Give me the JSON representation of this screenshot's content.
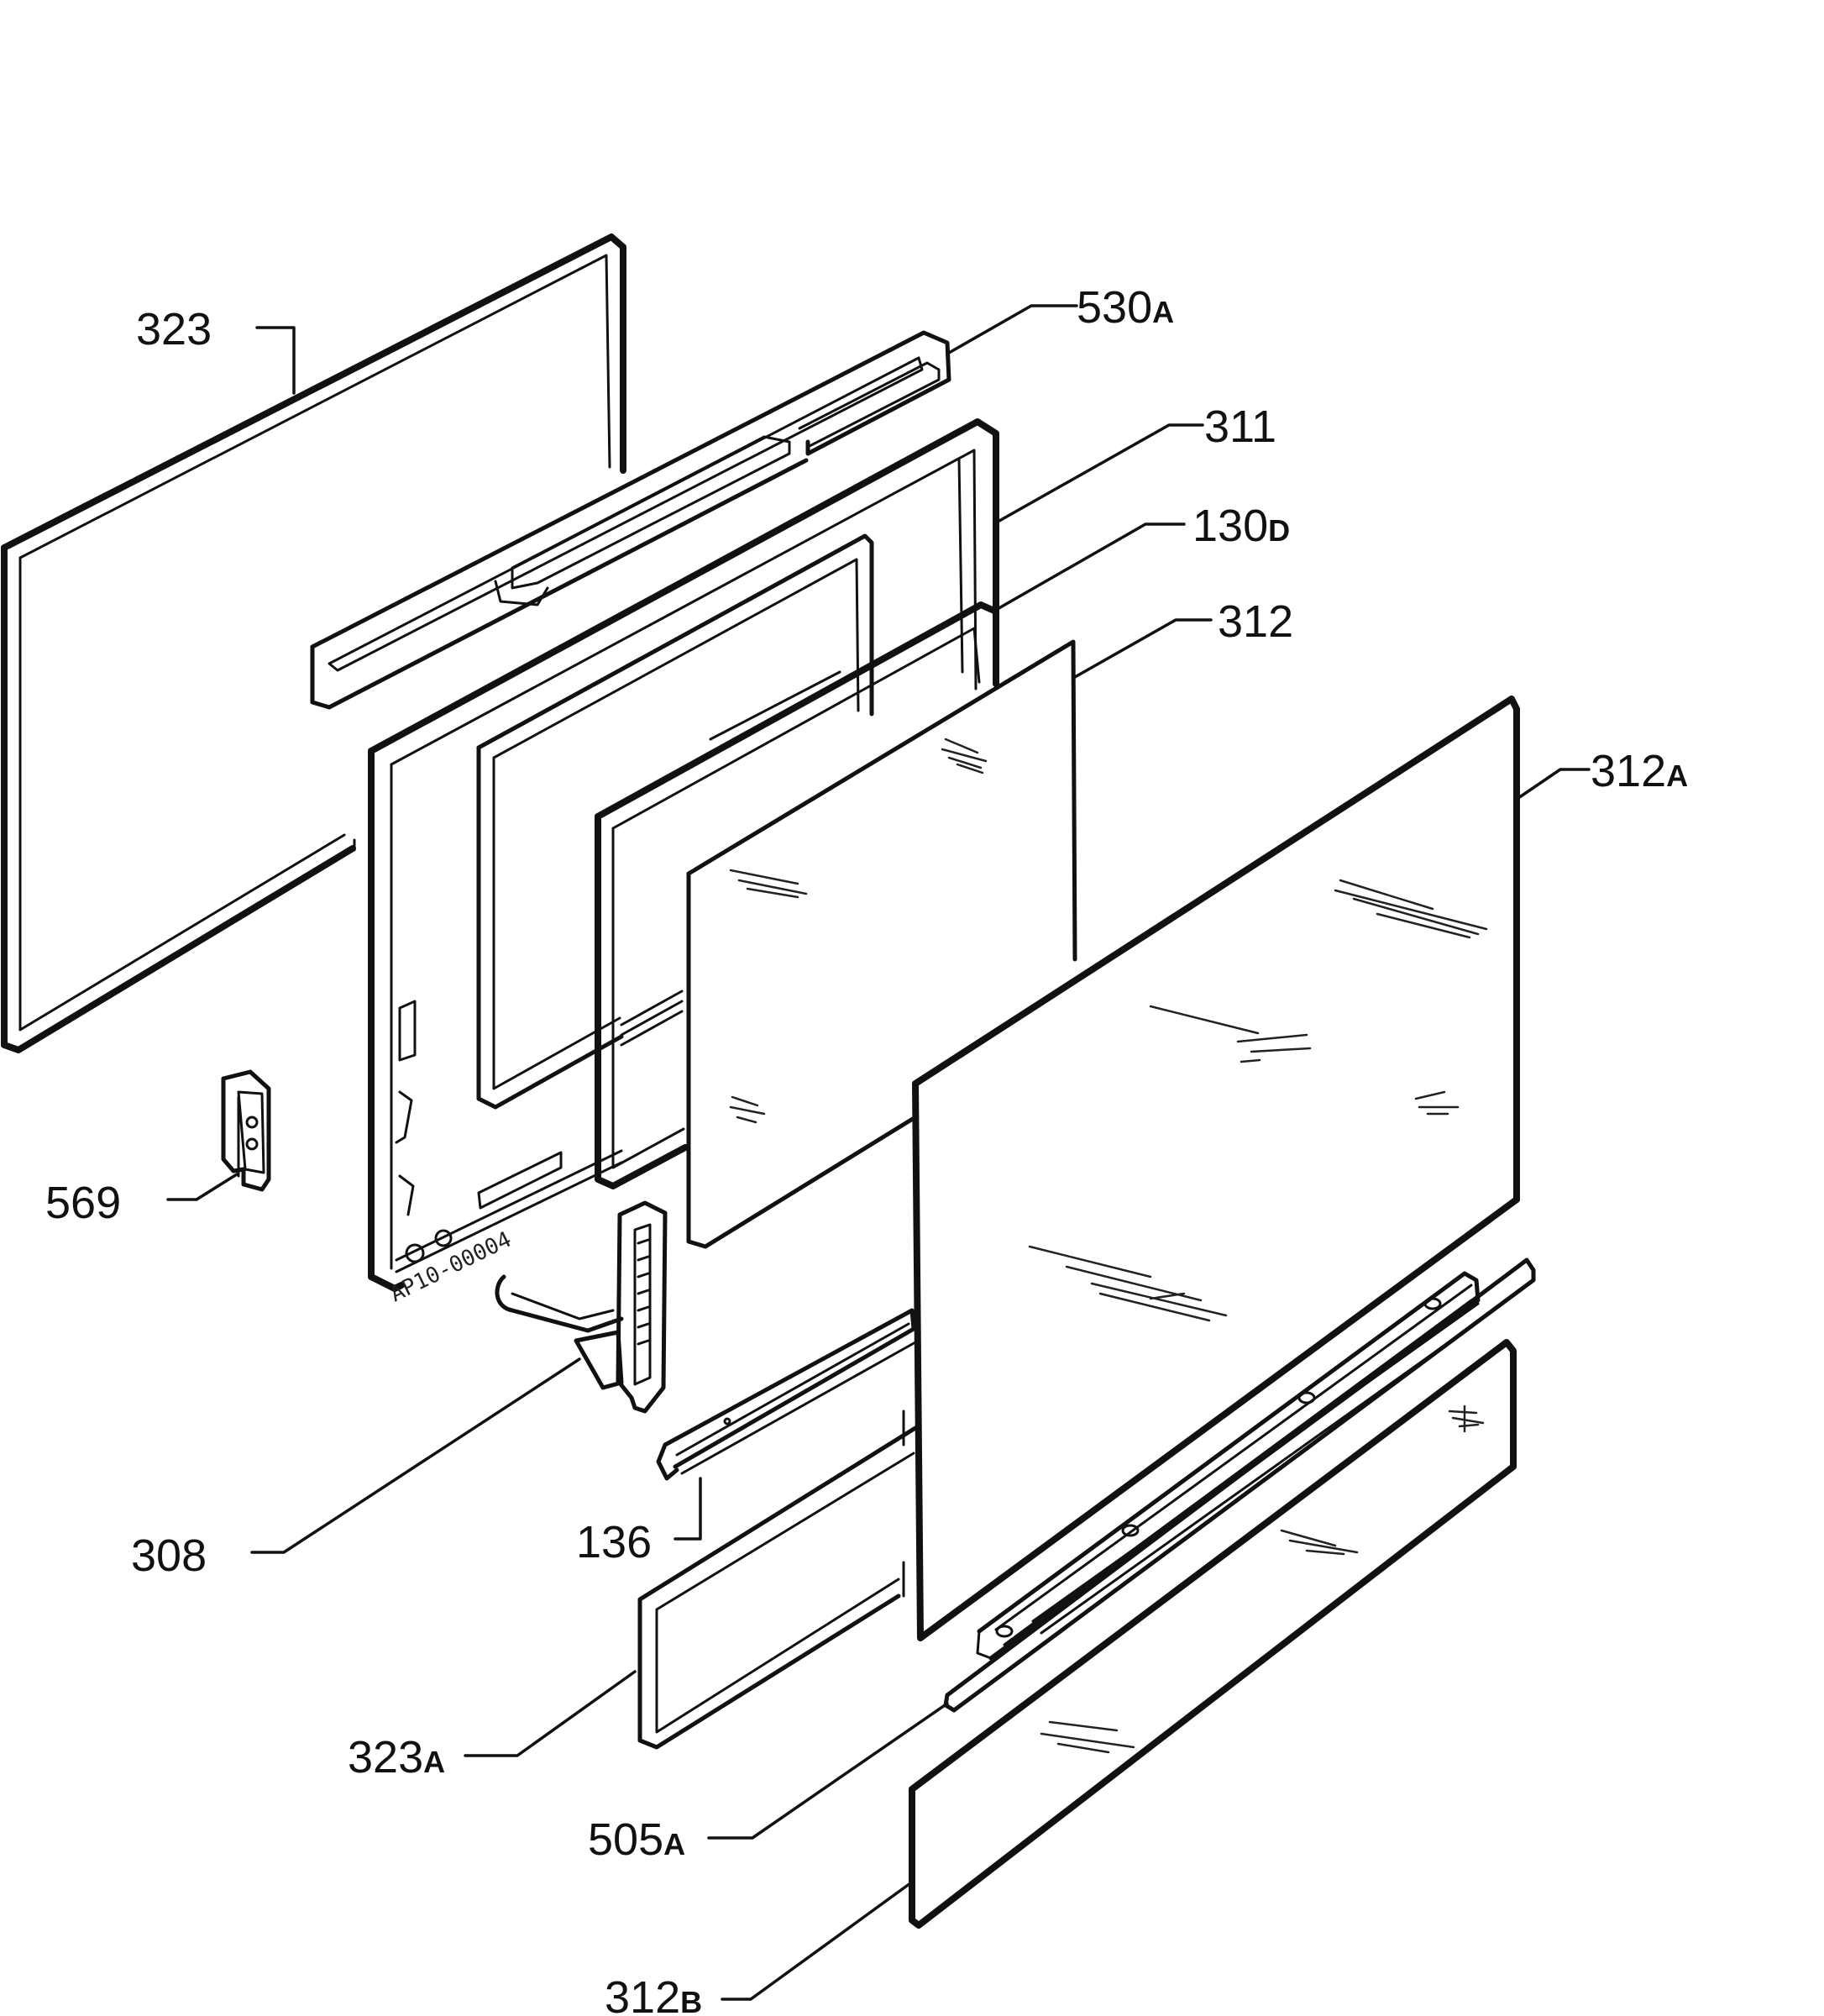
{
  "drawing": {
    "stamp_text": "AP10-00004"
  },
  "callouts": [
    {
      "id": "323",
      "num": "323",
      "suffix": ""
    },
    {
      "id": "530A",
      "num": "530",
      "suffix": "A"
    },
    {
      "id": "311",
      "num": "311",
      "suffix": ""
    },
    {
      "id": "130D",
      "num": "130",
      "suffix": "D"
    },
    {
      "id": "312",
      "num": "312",
      "suffix": ""
    },
    {
      "id": "312A",
      "num": "312",
      "suffix": "A"
    },
    {
      "id": "569",
      "num": "569",
      "suffix": ""
    },
    {
      "id": "308",
      "num": "308",
      "suffix": ""
    },
    {
      "id": "136",
      "num": "136",
      "suffix": ""
    },
    {
      "id": "323A",
      "num": "323",
      "suffix": "A"
    },
    {
      "id": "505A",
      "num": "505",
      "suffix": "A"
    },
    {
      "id": "312B",
      "num": "312",
      "suffix": "B"
    }
  ]
}
